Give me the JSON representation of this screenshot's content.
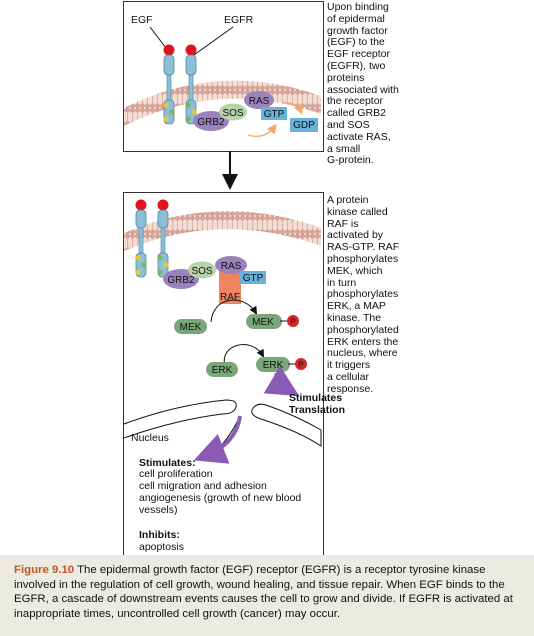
{
  "top_panel": {
    "egf": "EGF",
    "egfr": "EGFR",
    "grb2": "GRB2",
    "sos": "SOS",
    "ras": "RAS",
    "gtp": "GTP",
    "gdp": "GDP",
    "description": "Upon binding\nof epidermal\ngrowth factor\n(EGF) to the\nEGF receptor\n(EGFR), two\nproteins\nassociated with\nthe receptor\ncalled GRB2\nand SOS\nactivate RAS,\na small\nG-protein."
  },
  "bottom_panel": {
    "grb2": "GRB2",
    "sos": "SOS",
    "ras": "RAS",
    "gtp": "GTP",
    "raf": "RAF",
    "mek": "MEK",
    "mek_p": "MEK",
    "p": "P",
    "erk": "ERK",
    "erk_p": "ERK",
    "stimulates_translation_1": "Stimulates",
    "stimulates_translation_2": "Translation",
    "nucleus": "Nucleus",
    "stimulates_title": "Stimulates:",
    "stimulates_items": [
      "cell proliferation",
      "cell migration and adhesion",
      "angiogenesis (growth of new blood",
      "vessels)"
    ],
    "inhibits_title": "Inhibits:",
    "inhibits_items": [
      "apoptosis"
    ],
    "description": "A protein\nkinase called\nRAF is\nactivated by\nRAS-GTP. RAF\nphosphorylates\nMEK, which\nin turn\nphosphorylates\nERK, a MAP\nkinase. The\nphosphorylated\nERK enters the\nnucleus, where\nit triggers\na cellular\nresponse."
  },
  "caption": {
    "label": "Figure 9.10",
    "text": " The epidermal growth factor (EGF) receptor (EGFR) is a receptor tyrosine kinase involved in the regulation of cell growth, wound healing, and tissue repair. When EGF binds to the EGFR, a cascade of downstream events causes the cell to grow and divide. If EGFR is activated at inappropriate times, uncontrolled cell growth (cancer) may occur."
  },
  "colors": {
    "membrane_head": "#d9a59a",
    "egf": "#e0141b",
    "receptor": "#8cbfd6",
    "grb2": "#9a82bd",
    "sos": "#b9d3a9",
    "ras": "#9a82bd",
    "gtp": "#69b1d9",
    "raf": "#ef8460",
    "mek_erk": "#79a878",
    "phosphate": "#d8262e",
    "arrow_purple": "#8a5bb5",
    "caption_bg": "#ecebe3",
    "figure_label": "#c8541c"
  }
}
